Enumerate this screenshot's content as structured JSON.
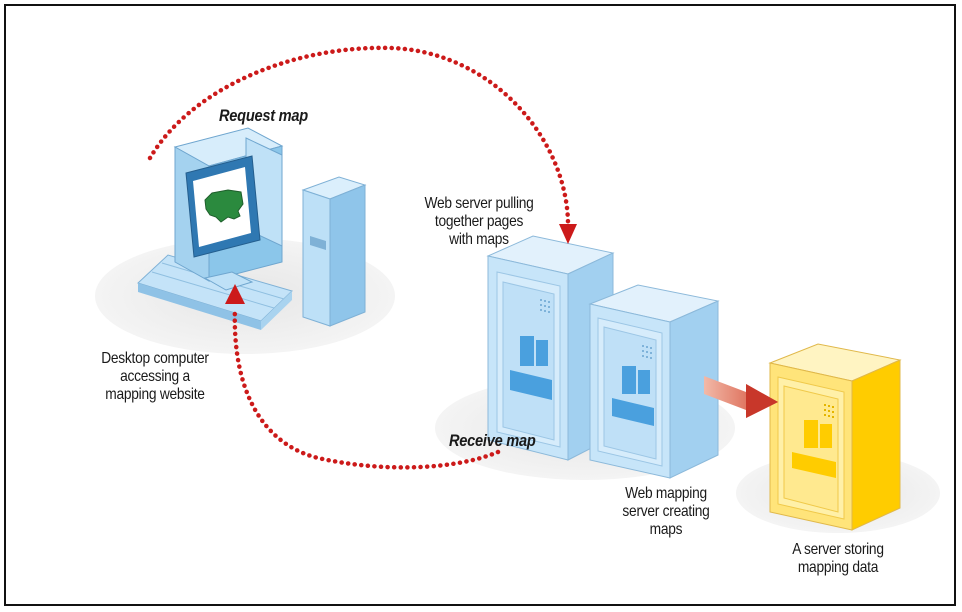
{
  "labels": {
    "request": "Request map",
    "receive": "Receive map",
    "desktop": "Desktop computer\naccessing a\nmapping website",
    "web_server": "Web server pulling\ntogether pages\nwith maps",
    "mapping_server": "Web mapping\nserver creating\nmaps",
    "data_server": "A server storing\nmapping data"
  },
  "colors": {
    "dotted_arrow": "#cc1a1a",
    "monitor_blue": "#9fd0ee",
    "server_blue": "#bfe0f6",
    "server_blue_dark": "#8cc4ec",
    "data_server_yellow": "#ffd21c",
    "data_server_light": "#fff0a8",
    "solid_arrow": "#d7553c"
  }
}
